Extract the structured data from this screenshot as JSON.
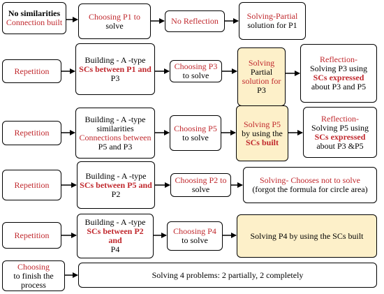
{
  "colors": {
    "red": "#c0282d",
    "highlight": "#fdf0c9",
    "border": "#000000"
  },
  "rows": [
    {
      "boxes": [
        {
          "text": [
            "No similarities",
            "Connection built"
          ]
        },
        {
          "text": [
            "Choosing P1 to",
            "solve"
          ]
        },
        {
          "text": [
            "No Reflection"
          ]
        },
        {
          "text": [
            "Solving-Partial",
            "solution for P1"
          ]
        }
      ]
    },
    {
      "boxes": [
        {
          "text": [
            "Repetition"
          ]
        },
        {
          "text": [
            "Building - A -type",
            "SCs between P1 and",
            "P3"
          ]
        },
        {
          "text": [
            "Choosing P3",
            "to solve"
          ]
        },
        {
          "text": [
            "Solving",
            "Partial",
            "solution for",
            "P3"
          ]
        },
        {
          "text": [
            "Reflection-",
            "Solving P3 using",
            "SCs expressed",
            "about P3 and P5"
          ]
        }
      ]
    },
    {
      "boxes": [
        {
          "text": [
            "Repetition"
          ]
        },
        {
          "text": [
            "Building - A -type",
            "similarities",
            "Connections between",
            "P5 and P3"
          ]
        },
        {
          "text": [
            "Choosing P5",
            "to solve"
          ]
        },
        {
          "text": [
            "Solving P5",
            "by using the",
            "SCs built"
          ]
        },
        {
          "text": [
            "Reflection-",
            "Solving P5 using",
            "SCs expressed",
            "about P3 &P5"
          ]
        }
      ]
    },
    {
      "boxes": [
        {
          "text": [
            "Repetition"
          ]
        },
        {
          "text": [
            "Building - A -type",
            "SCs between P5 and",
            "P2"
          ]
        },
        {
          "text": [
            "Choosing P2 to",
            "solve"
          ]
        },
        {
          "text": [
            "Solving- Chooses not to solve",
            "(forgot the formula for circle area)"
          ]
        }
      ]
    },
    {
      "boxes": [
        {
          "text": [
            "Repetition"
          ]
        },
        {
          "text": [
            "Building - A -type",
            "SCs between P2 and",
            "P4"
          ]
        },
        {
          "text": [
            "Choosing P4",
            "to solve"
          ]
        },
        {
          "text": [
            "Solving P4 by using the SCs built"
          ]
        }
      ]
    },
    {
      "boxes": [
        {
          "text": [
            "Choosing",
            "to finish the",
            "process"
          ]
        },
        {
          "text": [
            "Solving 4 problems: 2 partially, 2 completely"
          ]
        }
      ]
    }
  ]
}
